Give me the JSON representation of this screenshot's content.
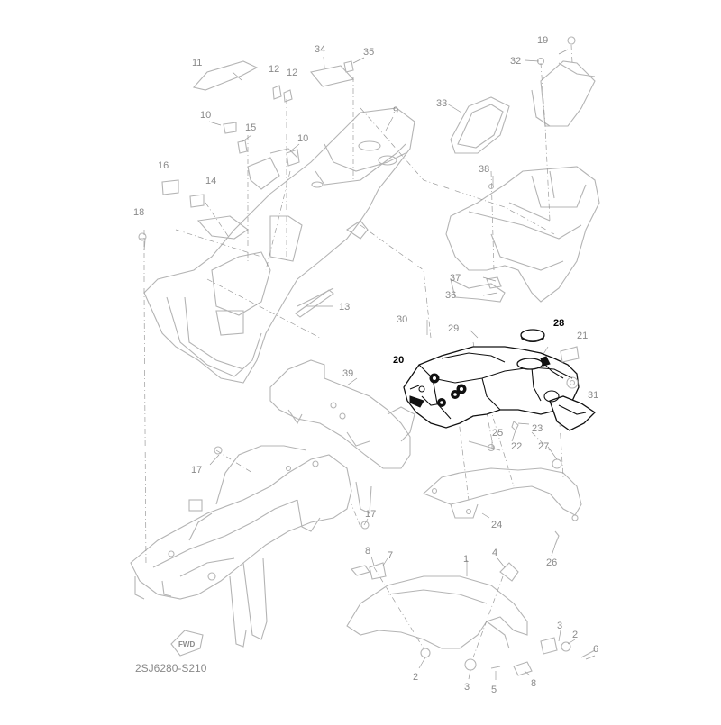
{
  "diagram": {
    "code": "2SJ6280-S210",
    "fwd_label": "FWD",
    "highlight_color": "#000000",
    "faded_color": "#b4b4b4",
    "labels": [
      {
        "id": "p1",
        "text": "1",
        "highlight": false
      },
      {
        "id": "p2a",
        "text": "2",
        "highlight": false
      },
      {
        "id": "p2b",
        "text": "2",
        "highlight": false
      },
      {
        "id": "p3a",
        "text": "3",
        "highlight": false
      },
      {
        "id": "p3b",
        "text": "3",
        "highlight": false
      },
      {
        "id": "p4",
        "text": "4",
        "highlight": false
      },
      {
        "id": "p5",
        "text": "5",
        "highlight": false
      },
      {
        "id": "p6",
        "text": "6",
        "highlight": false
      },
      {
        "id": "p7",
        "text": "7",
        "highlight": false
      },
      {
        "id": "p8a",
        "text": "8",
        "highlight": false
      },
      {
        "id": "p8b",
        "text": "8",
        "highlight": false
      },
      {
        "id": "p9",
        "text": "9",
        "highlight": false
      },
      {
        "id": "p10a",
        "text": "10",
        "highlight": false
      },
      {
        "id": "p10b",
        "text": "10",
        "highlight": false
      },
      {
        "id": "p11",
        "text": "11",
        "highlight": false
      },
      {
        "id": "p12a",
        "text": "12",
        "highlight": false
      },
      {
        "id": "p12b",
        "text": "12",
        "highlight": false
      },
      {
        "id": "p13",
        "text": "13",
        "highlight": false
      },
      {
        "id": "p14",
        "text": "14",
        "highlight": false
      },
      {
        "id": "p15",
        "text": "15",
        "highlight": false
      },
      {
        "id": "p16",
        "text": "16",
        "highlight": false
      },
      {
        "id": "p17a",
        "text": "17",
        "highlight": false
      },
      {
        "id": "p17b",
        "text": "17",
        "highlight": false
      },
      {
        "id": "p18",
        "text": "18",
        "highlight": false
      },
      {
        "id": "p19",
        "text": "19",
        "highlight": false
      },
      {
        "id": "p20",
        "text": "20",
        "highlight": true
      },
      {
        "id": "p21",
        "text": "21",
        "highlight": false
      },
      {
        "id": "p22",
        "text": "22",
        "highlight": false
      },
      {
        "id": "p23",
        "text": "23",
        "highlight": false
      },
      {
        "id": "p24",
        "text": "24",
        "highlight": false
      },
      {
        "id": "p25",
        "text": "25",
        "highlight": false
      },
      {
        "id": "p26",
        "text": "26",
        "highlight": false
      },
      {
        "id": "p27",
        "text": "27",
        "highlight": false
      },
      {
        "id": "p28",
        "text": "28",
        "highlight": true
      },
      {
        "id": "p29",
        "text": "29",
        "highlight": false
      },
      {
        "id": "p30",
        "text": "30",
        "highlight": false
      },
      {
        "id": "p31",
        "text": "31",
        "highlight": false
      },
      {
        "id": "p32",
        "text": "32",
        "highlight": false
      },
      {
        "id": "p33",
        "text": "33",
        "highlight": false
      },
      {
        "id": "p34",
        "text": "34",
        "highlight": false
      },
      {
        "id": "p35",
        "text": "35",
        "highlight": false
      },
      {
        "id": "p36",
        "text": "36",
        "highlight": false
      },
      {
        "id": "p37",
        "text": "37",
        "highlight": false
      },
      {
        "id": "p38",
        "text": "38",
        "highlight": false
      },
      {
        "id": "p39",
        "text": "39",
        "highlight": false
      }
    ]
  }
}
